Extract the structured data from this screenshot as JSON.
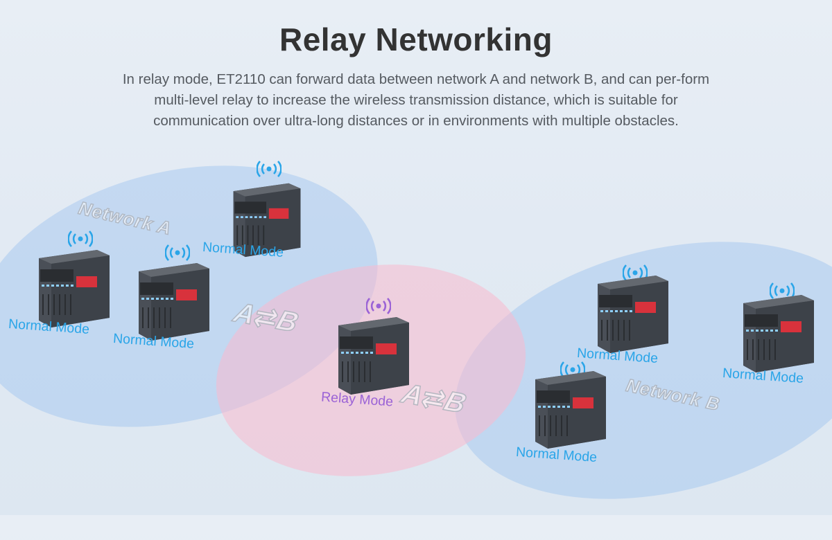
{
  "header": {
    "title": "Relay Networking",
    "description": "In relay mode, ET2110 can forward data between network A and network B, and can per-form multi-level relay to increase the wireless transmission distance, which is suitable for communication over ultra-long distances or in environments with multiple obstacles."
  },
  "networks": {
    "a_label": "Network A",
    "b_label": "Network B",
    "arrow_left": "A⇄B",
    "arrow_right": "A⇄B"
  },
  "devices": [
    {
      "mode": "Normal Mode",
      "network": "A"
    },
    {
      "mode": "Normal Mode",
      "network": "A"
    },
    {
      "mode": "Normal Mode",
      "network": "A"
    },
    {
      "mode": "Relay Mode",
      "network": "A/B"
    },
    {
      "mode": "Normal Mode",
      "network": "B"
    },
    {
      "mode": "Normal Mode",
      "network": "B"
    },
    {
      "mode": "Normal Mode",
      "network": "B"
    }
  ],
  "colors": {
    "normal_accent": "#2aa5e8",
    "relay_accent": "#9b63d6",
    "zone_blue": "#9ec4f0",
    "zone_pink": "#fabace",
    "device_body": "#4a4f57"
  }
}
